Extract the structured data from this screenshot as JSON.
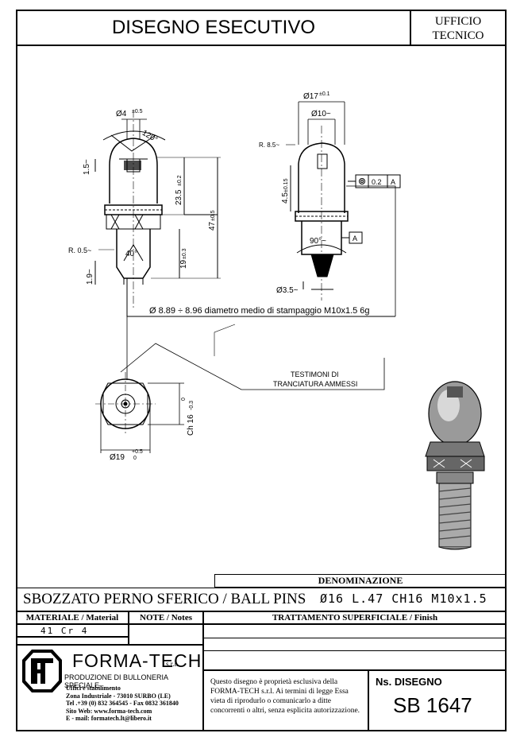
{
  "header": {
    "title": "DISEGNO ESECUTIVO",
    "office_line1": "UFFICIO",
    "office_line2": "TECNICO"
  },
  "drawing": {
    "dims": {
      "d4": "Ø4",
      "d4_tol": "±0.5",
      "angle120": "120°",
      "d15": "1.5~",
      "h235": "23.5",
      "h235_tol": "±0.2",
      "h47": "47",
      "h47_tol": "±0.5",
      "r05": "R. 0.5~",
      "a40": "40°",
      "h19": "19",
      "h19_tol": "±0.3",
      "d19b": "1.9~",
      "d17": "Ø17",
      "d17_tol": "±0.1",
      "d10": "Ø10~",
      "r85": "R. 8.5~",
      "h45": "4.5",
      "h45_tol": "±0.15",
      "tol_value": "0.2",
      "tol_ref": "A",
      "a90": "90°~",
      "datum": "A",
      "d35": "Ø3.5~",
      "ch16": "Ch 16",
      "ch16_tol_up": "0",
      "ch16_tol_dn": "-0.3",
      "d19": "Ø19",
      "d19_tol_up": "+0.5",
      "d19_tol_dn": "0"
    },
    "thread_note": "Ø 8.89 ÷ 8.96 diametro medio di stampaggio M10x1.5 6g",
    "witness_line1": "TESTIMONI DI",
    "witness_line2": "TRANCIATURA AMMESSI"
  },
  "denominazione": {
    "label": "DENOMINAZIONE",
    "name": "SBOZZATO PERNO SFERICO / BALL PINS",
    "spec": "Ø16 L.47 CH16 M10x1.5"
  },
  "materiale": {
    "label": "MATERIALE / Material",
    "value": "41 Cr 4"
  },
  "note": {
    "label": "NOTE / Notes"
  },
  "trattamento": {
    "label": "TRATTAMENTO SUPERFICIALE / Finish"
  },
  "company": {
    "logo": "FT",
    "name": "FORMA-TECH",
    "suffix": "s.r.l.",
    "subtitle": "PRODUZIONE DI BULLONERIA SPECIALE",
    "line1": "Uffici e stabilimento",
    "line2": "Zona Industriale - 73010 SURBO (LE)",
    "line3": "Tel .+39 (0) 832 364545 - Fax 0832 361840",
    "line4": "Sito Web:   www.forma-tech.com",
    "line5": "E - mail:   formatech.lt@libero.it"
  },
  "disclaimer": "Questo disegno è proprietà esclusiva della FORMA-TECH s.r.l. Ai termini di legge Essa vieta di riprodurlo o comunicarlo a ditte concorrenti o altri, senza esplicita autorizzazione.",
  "drawing_no": {
    "label": "Ns. DISEGNO",
    "value": "SB 1647"
  }
}
